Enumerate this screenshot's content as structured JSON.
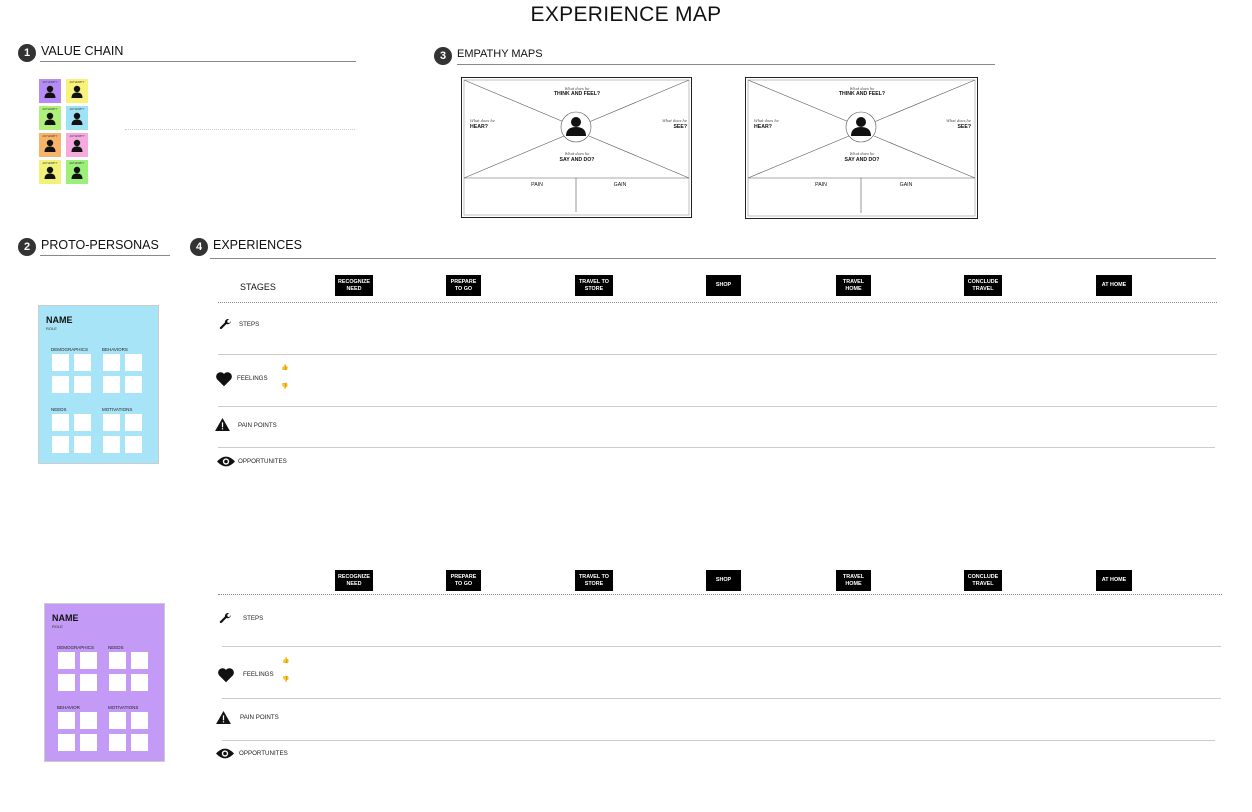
{
  "title": "EXPERIENCE MAP",
  "sections": {
    "value_chain": {
      "num": "1",
      "label": "VALUE CHAIN"
    },
    "proto_personas": {
      "num": "2",
      "label": "PROTO-PERSONAS"
    },
    "empathy_maps": {
      "num": "3",
      "label": "EMPATHY MAPS"
    },
    "experiences": {
      "num": "4",
      "label": "EXPERIENCES"
    }
  },
  "value_chain_notes": {
    "heading": "AUTHORITY",
    "colors": [
      "#b58cf5",
      "#f7f27a",
      "#aef07a",
      "#9ee3f5",
      "#f7b36a",
      "#f5a9dc",
      "#f2f27a",
      "#9cf07a"
    ]
  },
  "empathy_map": {
    "think_small": "What does he",
    "think": "THINK AND FEEL?",
    "hear_small": "What does he",
    "hear": "HEAR?",
    "see_small": "What does he",
    "see": "SEE?",
    "say_small": "What does he",
    "say": "SAY AND DO?",
    "pain": "PAIN",
    "gain": "GAIN"
  },
  "persona_1": {
    "name": "NAME",
    "role": "ROLE",
    "labels": [
      "DEMOGRAPHICS",
      "BEHAVIORS",
      "NEEDS",
      "MOTIVATIONS"
    ],
    "color": "#a8e4f7"
  },
  "persona_2": {
    "name": "NAME",
    "role": "ROLE",
    "labels": [
      "DEMOGRAPHICS",
      "NEEDS",
      "BEHAVIOR",
      "MOTIVATIONS"
    ],
    "color": "#c39af5"
  },
  "experience": {
    "stages_label": "STAGES",
    "stages": [
      {
        "l1": "RECOGNIZE",
        "l2": "NEED"
      },
      {
        "l1": "PREPARE",
        "l2": "TO GO"
      },
      {
        "l1": "TRAVEL TO",
        "l2": "STORE"
      },
      {
        "l1": "SHOP",
        "l2": ""
      },
      {
        "l1": "TRAVEL",
        "l2": "HOME"
      },
      {
        "l1": "CONCLUDE",
        "l2": "TRAVEL"
      },
      {
        "l1": "AT HOME",
        "l2": ""
      }
    ],
    "rows": {
      "steps": "STEPS",
      "feelings": "FEELINGS",
      "pain_points": "PAIN POINTS",
      "opportunities": "OPPORTUNITES"
    }
  }
}
